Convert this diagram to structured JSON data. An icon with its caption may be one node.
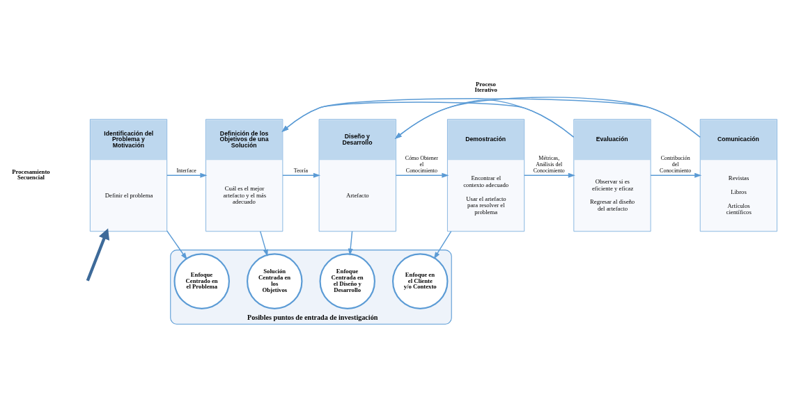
{
  "diagram": {
    "nodes": [
      {
        "text": [
          "Identificación del Problema y Motivación",
          "Definir el problema"
        ]
      },
      {
        "text": [
          "Definición de los Objetivos de una Solución",
          "Cuál es el mejor artefacto y el más adecuado"
        ]
      },
      {
        "text": [
          "Diseño y Desarrollo",
          "Artefacto"
        ]
      },
      {
        "text": [
          "Demostración",
          "Encontrar el contexto adecuado",
          "Usar el artefacto para resolver el problema"
        ]
      },
      {
        "text": [
          "Evaluación",
          "Observar si es eficiente y eficaz",
          "Regresar al diseño del artefacto"
        ]
      },
      {
        "text": [
          "Comunicación",
          "Revistas",
          "Libros",
          "Artículos científicos"
        ]
      },
      {
        "text": [
          "Posibles puntos de entrada de investigación"
        ]
      },
      {
        "text": [
          "Enfoque Centrado en el Problema"
        ],
        "in": 6
      },
      {
        "text": [
          "Solución Centrada en los Objetivos"
        ],
        "in": 6
      },
      {
        "text": [
          "Enfoque Centrada en el Diseño y Desarrollo"
        ],
        "in": 6
      },
      {
        "text": [
          "Enfoque en el Cliente y/o Contexto"
        ],
        "in": 6
      }
    ],
    "edges": [
      {
        "from": 0,
        "to": 1,
        "arrow": "to",
        "label": "Interface"
      },
      {
        "from": 1,
        "to": 2,
        "arrow": "to",
        "label": "Teoría"
      },
      {
        "from": 2,
        "to": 3,
        "arrow": "to",
        "label": "Cómo Obtener el Conocimiento"
      },
      {
        "from": 3,
        "to": 4,
        "arrow": "to",
        "label": "Métricas, Análisis del Conocimiento"
      },
      {
        "from": 4,
        "to": 5,
        "arrow": "to",
        "label": "Contribución del Conocimiento"
      },
      {
        "from": 4,
        "to": 1,
        "arrow": "to"
      },
      {
        "from": 4,
        "to": 2,
        "arrow": "to"
      },
      {
        "from": 5,
        "to": 1,
        "arrow": "to"
      },
      {
        "from": 5,
        "to": 2,
        "arrow": "to"
      },
      {
        "from": 0,
        "to": 7,
        "arrow": "to"
      },
      {
        "from": 1,
        "to": 8,
        "arrow": "to"
      },
      {
        "from": 2,
        "to": 9,
        "arrow": "to"
      },
      {
        "from": 3,
        "to": 10,
        "arrow": "to"
      },
      {
        "from": null,
        "to": 0,
        "arrow": "to",
        "style": "thick",
        "color": "#3d6a99"
      }
    ],
    "labels": [
      "Proceso Iterativo",
      "Procesamiento Secuencial"
    ]
  }
}
